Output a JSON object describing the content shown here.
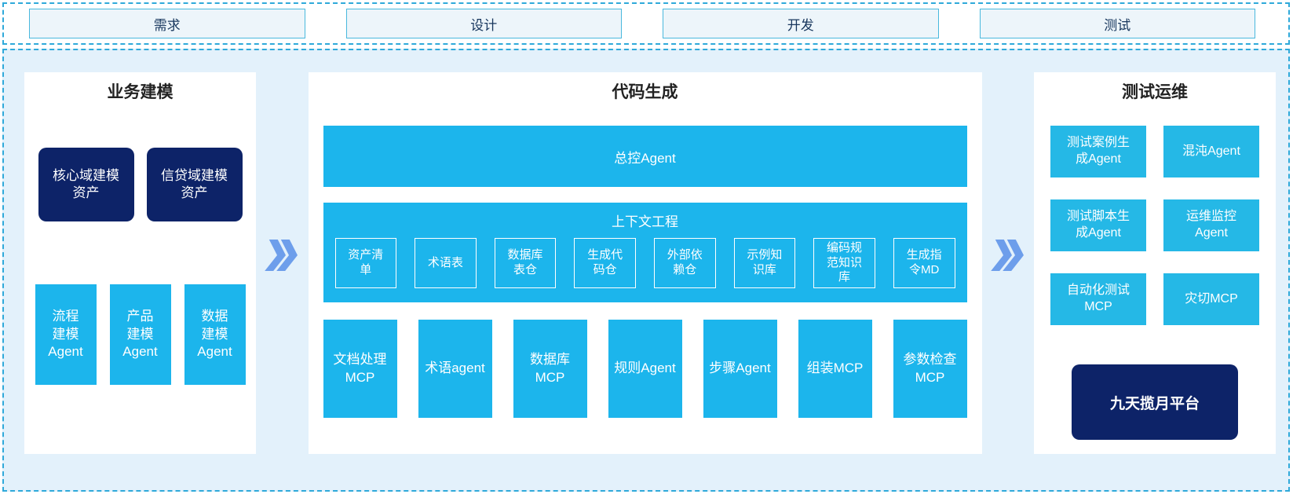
{
  "colors": {
    "cyan": "#1cb5ec",
    "cyan_light": "#25b8e6",
    "navy": "#0d2368",
    "arrow_blue": "#6d9eeb",
    "dashed_border": "#2fa9da",
    "container_bg": "#e3f1fb",
    "phase_box_bg": "#edf5fa",
    "phase_text": "#17365d"
  },
  "icons": {
    "flow_arrow": "»"
  },
  "phases": [
    {
      "label": "需求"
    },
    {
      "label": "设计"
    },
    {
      "label": "开发"
    },
    {
      "label": "测试"
    }
  ],
  "panels": {
    "business_modeling": {
      "title": "业务建模",
      "assets": [
        {
          "label": "核心域建模\n资产"
        },
        {
          "label": "信贷域建模\n资产"
        }
      ],
      "agents": [
        {
          "label": "流程\n建模\nAgent"
        },
        {
          "label": "产品\n建模\nAgent"
        },
        {
          "label": "数据\n建模\nAgent"
        }
      ]
    },
    "code_generation": {
      "title": "代码生成",
      "master_agent": "总控Agent",
      "context_engineering": {
        "label": "上下文工程",
        "items": [
          {
            "label": "资产清\n单"
          },
          {
            "label": "术语表"
          },
          {
            "label": "数据库\n表仓"
          },
          {
            "label": "生成代\n码仓"
          },
          {
            "label": "外部依\n赖仓"
          },
          {
            "label": "示例知\n识库"
          },
          {
            "label": "编码规\n范知识\n库"
          },
          {
            "label": "生成指\n令MD"
          }
        ]
      },
      "tools": [
        {
          "label": "文档处理\nMCP"
        },
        {
          "label": "术语agent"
        },
        {
          "label": "数据库\nMCP"
        },
        {
          "label": "规则Agent"
        },
        {
          "label": "步骤Agent"
        },
        {
          "label": "组装MCP"
        },
        {
          "label": "参数检查\nMCP"
        }
      ]
    },
    "test_ops": {
      "title": "测试运维",
      "boxes": [
        {
          "label": "测试案例生\n成Agent"
        },
        {
          "label": "混沌Agent"
        },
        {
          "label": "测试脚本生\n成Agent"
        },
        {
          "label": "运维监控\nAgent"
        },
        {
          "label": "自动化测试\nMCP"
        },
        {
          "label": "灾切MCP"
        }
      ],
      "platform": {
        "label": "九天揽月平台"
      }
    }
  }
}
